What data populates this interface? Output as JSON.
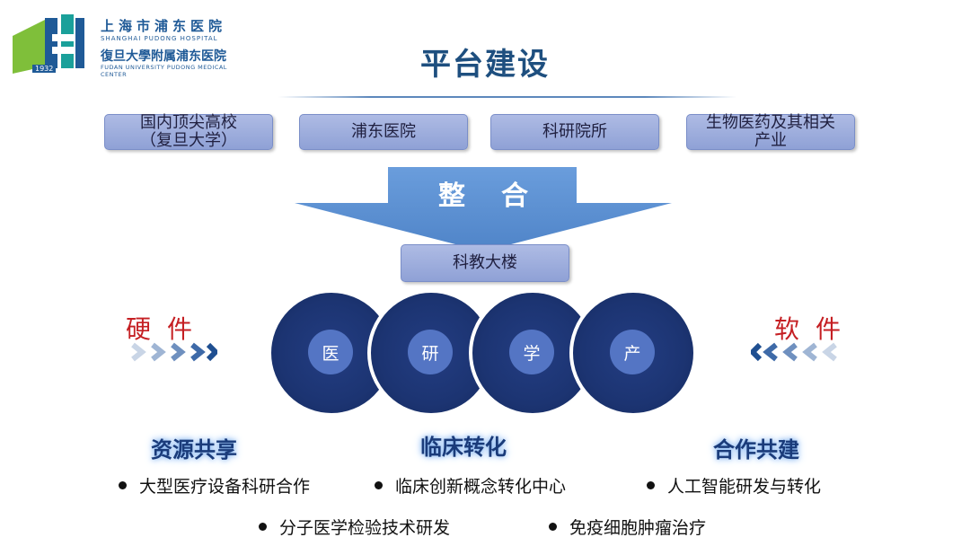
{
  "logo": {
    "name_cn": "上海市浦东医院",
    "name_en": "SHANGHAI PUDONG HOSPITAL",
    "affiliation_cn": "復旦大學附属浦东医院",
    "affiliation_en": "FUDAN UNIVERSITY PUDONG MEDICAL CENTER",
    "year": "1932",
    "colors": {
      "green": "#7fbf3a",
      "blue": "#1f5a97",
      "teal": "#1aa09a"
    }
  },
  "title": "平台建设",
  "sources": [
    {
      "label": "国内顶尖高校\n（复旦大学）"
    },
    {
      "label": "浦东医院"
    },
    {
      "label": "科研院所"
    },
    {
      "label": "生物医药及其相关\n产业"
    }
  ],
  "merge_label": "整合",
  "building_label": "科教大楼",
  "circles": [
    {
      "label": "医"
    },
    {
      "label": "研"
    },
    {
      "label": "学"
    },
    {
      "label": "产"
    }
  ],
  "hardware_label": "硬件",
  "software_label": "软件",
  "sections": {
    "resource": "资源共享",
    "clinical": "临床转化",
    "cooperation": "合作共建"
  },
  "bullets": {
    "row1": [
      "大型医疗设备科研合作",
      "临床创新概念转化中心",
      "人工智能研发与转化"
    ],
    "row2": [
      "分子医学检验技术研发",
      "免疫细胞肿瘤治疗"
    ]
  },
  "colors": {
    "box": "#9fb0e0",
    "circle": "#1c3472",
    "inner": "#5475c4",
    "accent_red": "#c51f23",
    "arrow": "#5b8fd1"
  }
}
